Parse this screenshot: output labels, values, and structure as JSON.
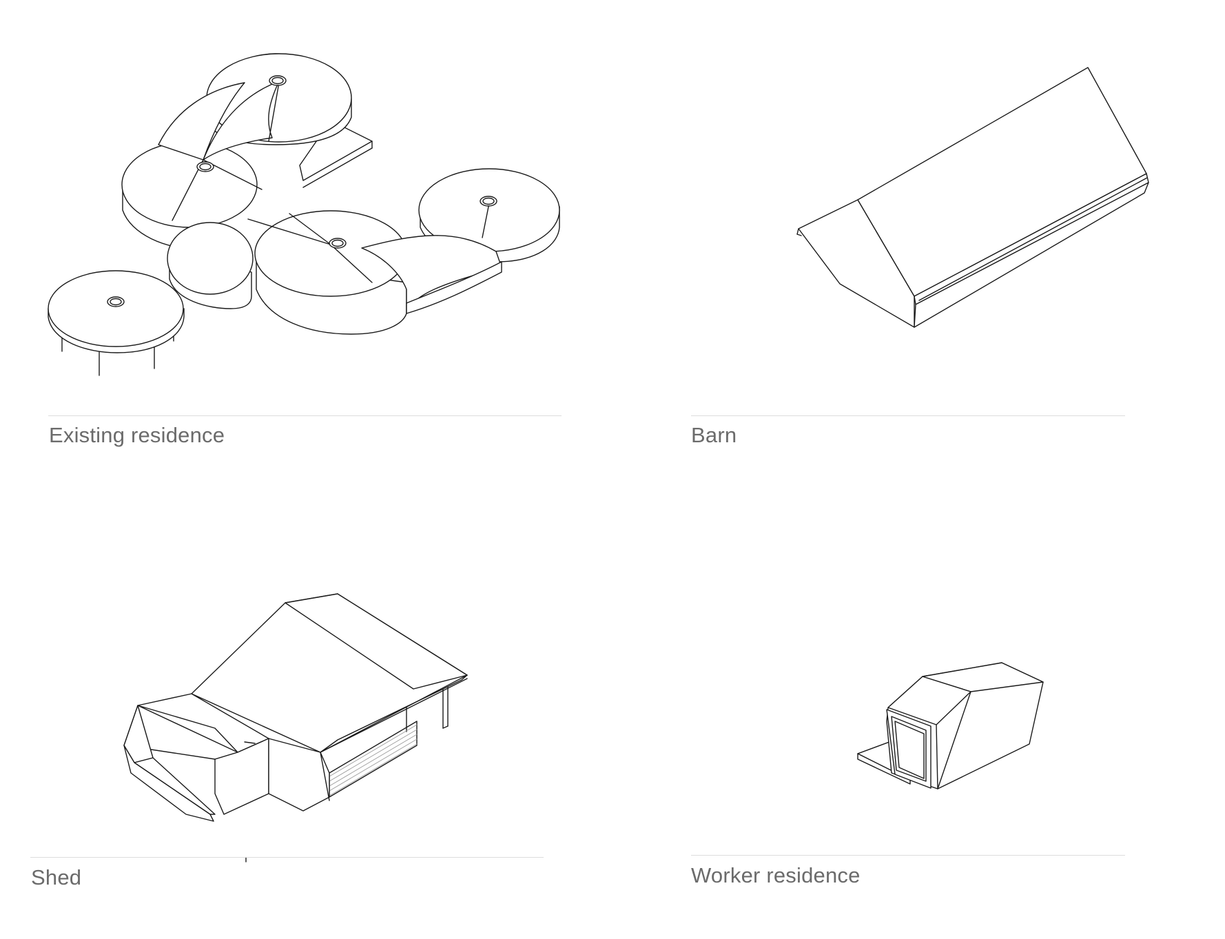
{
  "panels": [
    {
      "id": "existing-residence",
      "caption": "Existing residence"
    },
    {
      "id": "barn",
      "caption": "Barn"
    },
    {
      "id": "shed",
      "caption": "Shed"
    },
    {
      "id": "worker-residence",
      "caption": "Worker residence"
    }
  ],
  "colors": {
    "line": "#1a1a1a",
    "divider": "#dcdcdc",
    "caption": "#6b6b6b",
    "background": "#ffffff"
  }
}
